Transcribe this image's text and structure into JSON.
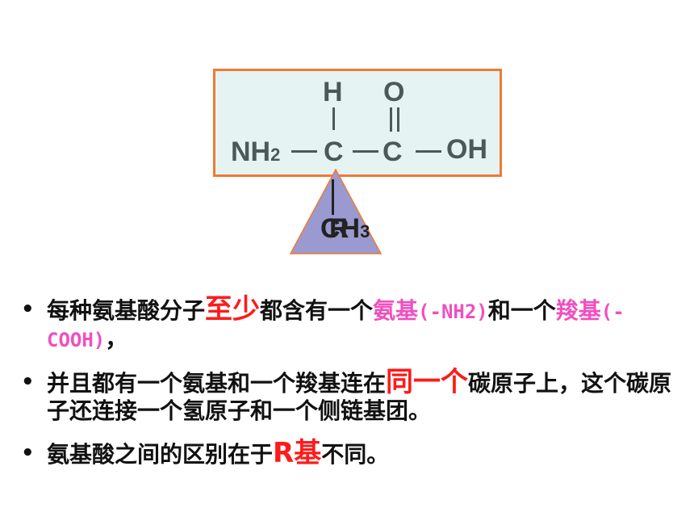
{
  "diagram": {
    "top_h": "H",
    "top_o": "O",
    "nh2_main": "NH",
    "nh2_sub": "2",
    "carbon_alpha": "C",
    "carbon_carboxyl": "C",
    "oh": "OH",
    "r_group": "R",
    "ch3_main": "CH",
    "ch3_sub": "3",
    "colors": {
      "box_border": "#f07a33",
      "box_fill": "#e6f3f3",
      "triangle_fill": "#9a9ad0",
      "atom": "#4a5a5a"
    }
  },
  "bullets": [
    {
      "parts": [
        {
          "text": "每种氨基酸分子",
          "style": "normal"
        },
        {
          "text": "至少",
          "style": "red"
        },
        {
          "text": "都含有一个",
          "style": "normal"
        },
        {
          "text": "氨基",
          "style": "pink"
        },
        {
          "text": "(-NH2)",
          "style": "pink-mono"
        },
        {
          "text": "和一个",
          "style": "normal"
        },
        {
          "text": "羧基",
          "style": "pink"
        },
        {
          "text": "(-COOH)",
          "style": "pink-mono"
        },
        {
          "text": "，",
          "style": "normal"
        }
      ]
    },
    {
      "parts": [
        {
          "text": "并且都有一个氨基和一个羧基连在",
          "style": "normal"
        },
        {
          "text": "同一个",
          "style": "red"
        },
        {
          "text": "碳原子上，这个碳原子还连接一个氢原子和一个侧链基团。",
          "style": "normal"
        }
      ]
    },
    {
      "parts": [
        {
          "text": "氨基酸之间的区别在于",
          "style": "normal"
        },
        {
          "text": "R基",
          "style": "red"
        },
        {
          "text": "不同。",
          "style": "normal"
        }
      ]
    }
  ]
}
